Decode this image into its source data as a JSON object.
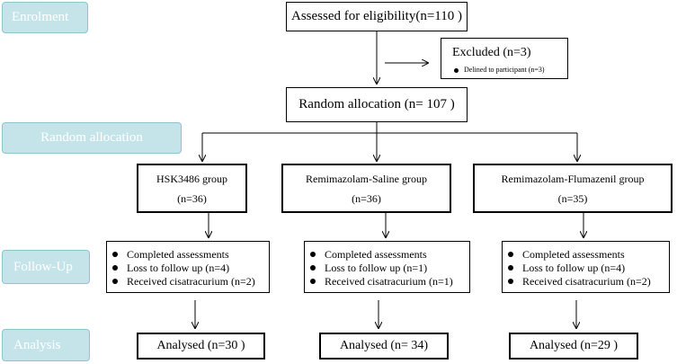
{
  "stages": {
    "enrolment": "Enrolment",
    "random_allocation": "Random allocation",
    "follow_up": "Follow-Up",
    "analysis": "Analysis"
  },
  "assessed": "Assessed for eligibility(n=110 )",
  "excluded": {
    "title": "Excluded (n=3)",
    "reason": "Delined to participant (n=3)"
  },
  "randomized": "Random allocation (n= 107 )",
  "groups": [
    {
      "name": "HSK3486 group",
      "n": "(n=36)",
      "followup": [
        "Completed assessments",
        "Loss to follow up (n=4)",
        "Received cisatracurium (n=2)"
      ],
      "analysed": "Analysed (n=30 )"
    },
    {
      "name": "Remimazolam-Saline group",
      "n": "(n=36)",
      "followup": [
        "Completed assessments",
        "Loss to follow up (n=1)",
        "Received cisatracurium (n=1)"
      ],
      "analysed": "Analysed (n= 34)"
    },
    {
      "name": "Remimazolam-Flumazenil group",
      "n": "(n=35)",
      "followup": [
        "Completed assessments",
        "Loss to follow up (n=4)",
        "Received cisatracurium (n=2)"
      ],
      "analysed": "Analysed (n=29 )"
    }
  ]
}
